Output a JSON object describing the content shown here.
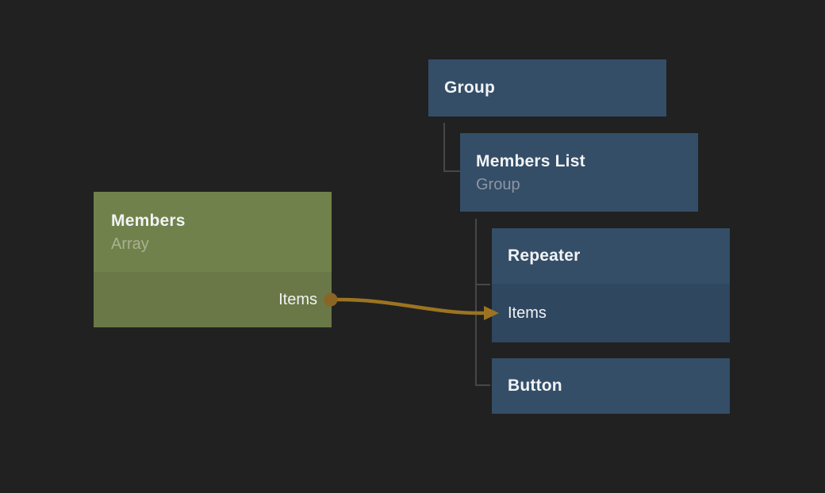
{
  "colors": {
    "background": "#212121",
    "node_blue": "#344e68",
    "node_blue_port_row": "#2f475f",
    "node_green": "#71814b",
    "node_green_port_row": "#697846",
    "tree_line": "#474747",
    "wire": "#9c7421",
    "wire_dot": "#8a6524",
    "title_text": "#f1f3f5",
    "subtitle_text": "#8d96a2",
    "subtitle_text_green": "#a9b192"
  },
  "nodes": {
    "group": {
      "title": "Group"
    },
    "members_list": {
      "title": "Members List",
      "subtitle": "Group"
    },
    "repeater": {
      "title": "Repeater",
      "input_port": "Items"
    },
    "button": {
      "title": "Button"
    },
    "members": {
      "title": "Members",
      "subtitle": "Array",
      "output_port": "Items"
    }
  },
  "connection": {
    "from_node": "Members",
    "from_port": "Items",
    "to_node": "Repeater",
    "to_port": "Items",
    "color": "#9c7421"
  }
}
